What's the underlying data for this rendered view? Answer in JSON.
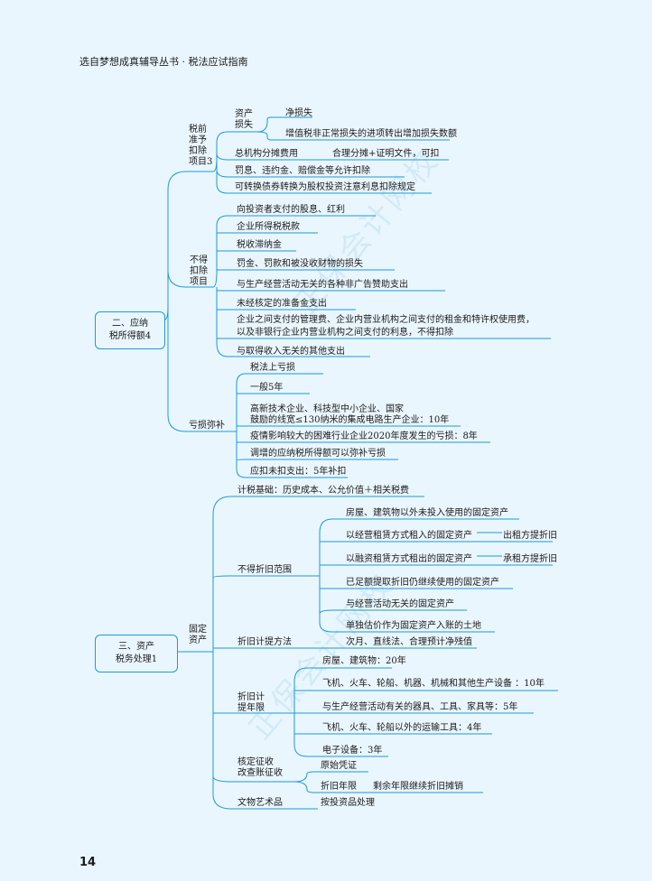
{
  "header": {
    "title": "选自梦想成真辅导丛书 · 税法应试指南"
  },
  "page_number": "14",
  "watermark": "正保会计网校",
  "section2": {
    "root": "二、应纳\n税所得额4",
    "pre_tax": {
      "label": "税前\n准予\n扣除\n项目3",
      "asset_loss": "资产\n损失",
      "net_loss": "净损失",
      "vat_loss": "增值税非正常损失的进项转出增加损失数额",
      "branch_cost": "总机构分摊费用",
      "branch_cond": "合理分摊+证明文件，可扣",
      "penalty": "罚息、违约金、赔偿金等允许扣除",
      "convertible": "可转换债券转换为股权投资注意利息扣除规定"
    },
    "non_deduct": {
      "label": "不得\n扣除\n项目",
      "items": [
        "向投资者支付的股息、红利",
        "企业所得税税款",
        "税收滞纳金",
        "罚金、罚款和被没收财物的损失",
        "与生产经营活动无关的各种非广告赞助支出",
        "未经核定的准备金支出",
        "企业之间支付的管理费、企业内营业机构之间支付的租金和特许权使用费，",
        "以及非银行企业内营业机构之间支付的利息，不得扣除",
        "与取得收入无关的其他支出"
      ]
    },
    "loss": {
      "label": "亏损弥补",
      "items": [
        "税法上亏损",
        "一般5年",
        "高新技术企业、科技型中小企业、国家",
        "鼓励的线宽≤130纳米的集成电路生产企业：10年",
        "疫情影响较大的困难行业企业2020年度发生的亏损：8年",
        "调增的应纳税所得额可以弥补亏损",
        "应扣未扣支出：5年补扣"
      ]
    }
  },
  "section3": {
    "root": "三、资产\n税务处理1",
    "fixed": "固定\n资产",
    "basis": "计税基础：历史成本、公允价值＋相关税费",
    "no_dep": {
      "label": "不得折旧范围",
      "items": [
        "房屋、建筑物以外未投入使用的固定资产",
        "以经营租赁方式租入的固定资产",
        "出租方提折旧",
        "以融资租赁方式租出的固定资产",
        "承租方提折旧",
        "已足额提取折旧仍继续使用的固定资产",
        "与经营活动无关的固定资产",
        "单独估价作为固定资产入账的土地"
      ]
    },
    "method": {
      "label": "折旧计提方法",
      "value": "次月、直线法、合理预计净残值"
    },
    "years": {
      "label": "折旧计\n提年限",
      "items": [
        "房屋、建筑物：20年",
        "飞机、火车、轮船、机器、机械和其他生产设备 ：10年",
        "与生产经营活动有关的器具、工具、家具等：5年",
        "飞机、火车、轮船以外的运输工具：4年",
        "电子设备：3年"
      ]
    },
    "audit": {
      "label": "核定征收\n改查账征收",
      "original": "原始凭证",
      "years_label": "折旧年限",
      "years_value": "剩余年限继续折旧摊销"
    },
    "art": {
      "label": "文物艺术品",
      "value": "按投资品处理"
    }
  },
  "colors": {
    "line": "#1a9bd7",
    "background": "#eaf6fd"
  }
}
